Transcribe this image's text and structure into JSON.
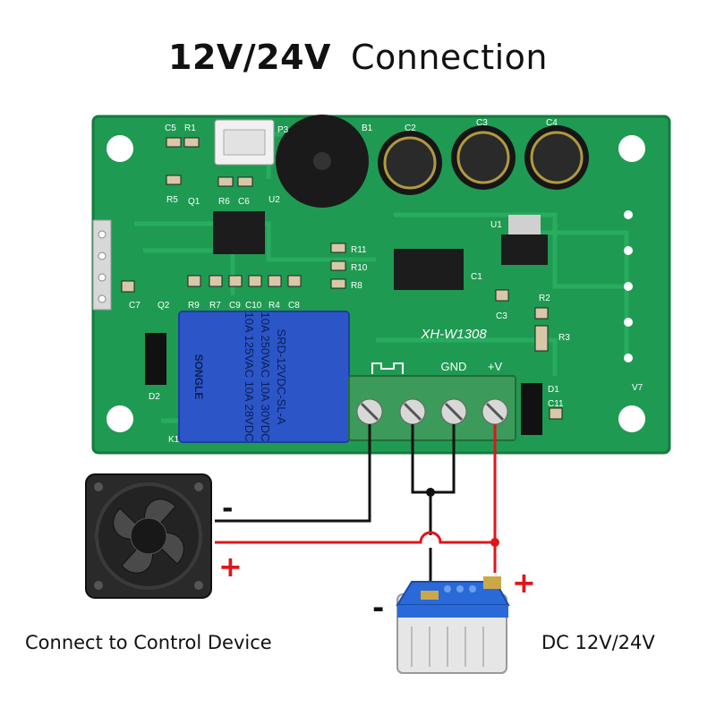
{
  "title": {
    "voltage": "12V/24V",
    "word": "Connection"
  },
  "captions": {
    "left": "Connect to Control Device",
    "right": "DC 12V/24V"
  },
  "board": {
    "model": "XH-W1308",
    "relay_lines": [
      "SRD-12VDC-SL-A",
      "10A 250VAC  10A 30VDC",
      "10A 125VAC  10A 28VDC"
    ],
    "relay_brand": "SONGLE",
    "terminal_gnd": "GND",
    "terminal_v": "+V",
    "labels": [
      "C5",
      "R1",
      "P3",
      "B1",
      "C2",
      "C3",
      "C4",
      "Q1",
      "R5",
      "R6",
      "C6",
      "U2",
      "U1",
      "R11",
      "R10",
      "R8",
      "C1",
      "R2",
      "R3",
      "C3",
      "C7",
      "Q2",
      "R9",
      "R7",
      "C9",
      "C10",
      "R4",
      "C8",
      "D2",
      "K1",
      "D1",
      "C11",
      "V7"
    ]
  },
  "polarity": {
    "fan_minus": "-",
    "fan_plus": "+",
    "bat_minus": "-",
    "bat_plus": "+"
  },
  "colors": {
    "pcb": "#1f9a52",
    "pcb_dark": "#167a3f",
    "relay": "#2c56c8",
    "terminal": "#3c9a5a",
    "wire_black": "#111111",
    "wire_red": "#e0151b",
    "battery_top": "#2a6ad8"
  }
}
